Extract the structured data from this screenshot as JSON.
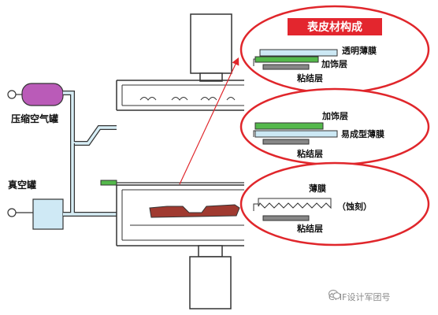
{
  "labels": {
    "title": "表皮材构成",
    "air_tank": "压缩空气罐",
    "vacuum_tank": "真空罐"
  },
  "layers": {
    "panel1": {
      "top": "透明薄膜",
      "middle": "加饰层",
      "bottom": "粘结层"
    },
    "panel2": {
      "top": "加饰层",
      "middle": "易成型薄膜",
      "bottom": "粘结层"
    },
    "panel3": {
      "top": "薄膜",
      "note": "（蚀刻）",
      "bottom": "粘结层"
    }
  },
  "watermark": "CMF设计军团号",
  "colors": {
    "circle": "#e0262b",
    "banner": "#e3262e",
    "green": "#54b84b",
    "light_blue": "#cce8f4",
    "gray": "#878787",
    "tank": "#ba5bb8",
    "pipe": "#d7eef6",
    "product": "#a03a30"
  }
}
